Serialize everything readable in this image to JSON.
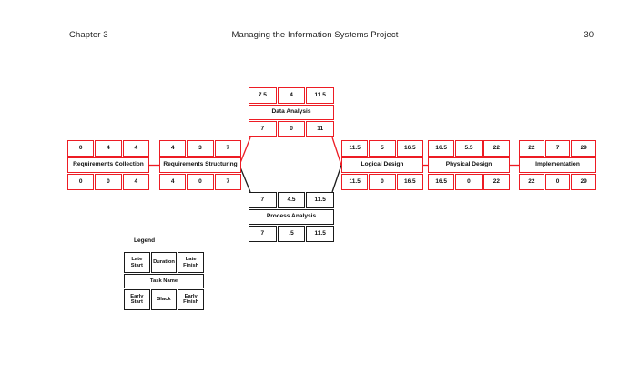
{
  "header": {
    "chapter": "Chapter 3",
    "title": "Managing the Information Systems Project",
    "page_number": "30"
  },
  "colors": {
    "critical_path_red": "#ed1c24",
    "noncritical_black": "#1a1a1a",
    "text": "#101010",
    "background": "#ffffff"
  },
  "diagram": {
    "type": "pert-network-chart",
    "tasks": [
      {
        "name": "Requirements Collection",
        "late_start": "0",
        "duration": "4",
        "late_finish": "4",
        "early_start": "0",
        "slack": "0",
        "early_finish": "4",
        "path": "critical-red"
      },
      {
        "name": "Requirements Structuring",
        "late_start": "4",
        "duration": "3",
        "late_finish": "7",
        "early_start": "4",
        "slack": "0",
        "early_finish": "7",
        "path": "critical-red"
      },
      {
        "name": "Data Analysis",
        "late_start": "7.5",
        "duration": "4",
        "late_finish": "11.5",
        "early_start": "7",
        "slack": "0",
        "early_finish": "11",
        "path": "critical-red"
      },
      {
        "name": "Process Analysis",
        "late_start": "7",
        "duration": "4.5",
        "late_finish": "11.5",
        "early_start": "7",
        "slack": ".5",
        "early_finish": "11.5",
        "path": "noncritical-black"
      },
      {
        "name": "Logical Design",
        "late_start": "11.5",
        "duration": "5",
        "late_finish": "16.5",
        "early_start": "11.5",
        "slack": "0",
        "early_finish": "16.5",
        "path": "critical-red"
      },
      {
        "name": "Physical Design",
        "late_start": "16.5",
        "duration": "5.5",
        "late_finish": "22",
        "early_start": "16.5",
        "slack": "0",
        "early_finish": "22",
        "path": "critical-red"
      },
      {
        "name": "Implementation",
        "late_start": "22",
        "duration": "7",
        "late_finish": "29",
        "early_start": "22",
        "slack": "0",
        "early_finish": "29",
        "path": "critical-red"
      }
    ],
    "legend": {
      "title": "Legend",
      "top_row": [
        "Late Start",
        "Duration",
        "Late Finish"
      ],
      "middle": "Task Name",
      "bottom_row": [
        "Early Start",
        "Slack",
        "Early Finish"
      ]
    }
  }
}
